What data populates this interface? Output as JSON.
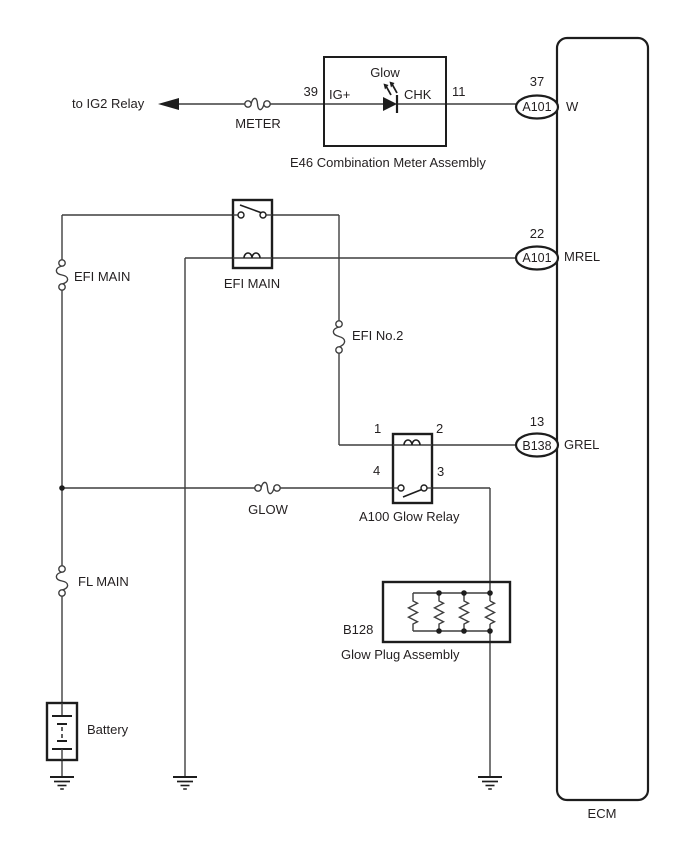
{
  "colors": {
    "background": "#ffffff",
    "wire": "#3f3f3f",
    "component_outline": "#1d1d1d",
    "text": "#231f20"
  },
  "power_source": {
    "to_ig2_relay": "to IG2 Relay",
    "battery": "Battery"
  },
  "fuses": {
    "meter": "METER",
    "efi_main": "EFI MAIN",
    "efi_no2": "EFI No.2",
    "glow": "GLOW",
    "fl_main": "FL MAIN"
  },
  "combination_meter": {
    "assembly": "E46 Combination Meter Assembly",
    "indicator": "Glow",
    "pin_left_no": "39",
    "pin_left": "IG+",
    "pin_right": "CHK",
    "pin_right_no": "11"
  },
  "efi_main_relay": {
    "label": "EFI MAIN"
  },
  "glow_relay": {
    "label": "A100 Glow Relay",
    "pin1": "1",
    "pin2": "2",
    "pin3": "3",
    "pin4": "4"
  },
  "glow_plug": {
    "connector": "B128",
    "assembly": "Glow Plug Assembly"
  },
  "ecm": {
    "label": "ECM",
    "w": {
      "terminal": "37",
      "connector": "A101",
      "pin": "W"
    },
    "mrel": {
      "terminal": "22",
      "connector": "A101",
      "pin": "MREL"
    },
    "grel": {
      "terminal": "13",
      "connector": "B138",
      "pin": "GREL"
    }
  }
}
